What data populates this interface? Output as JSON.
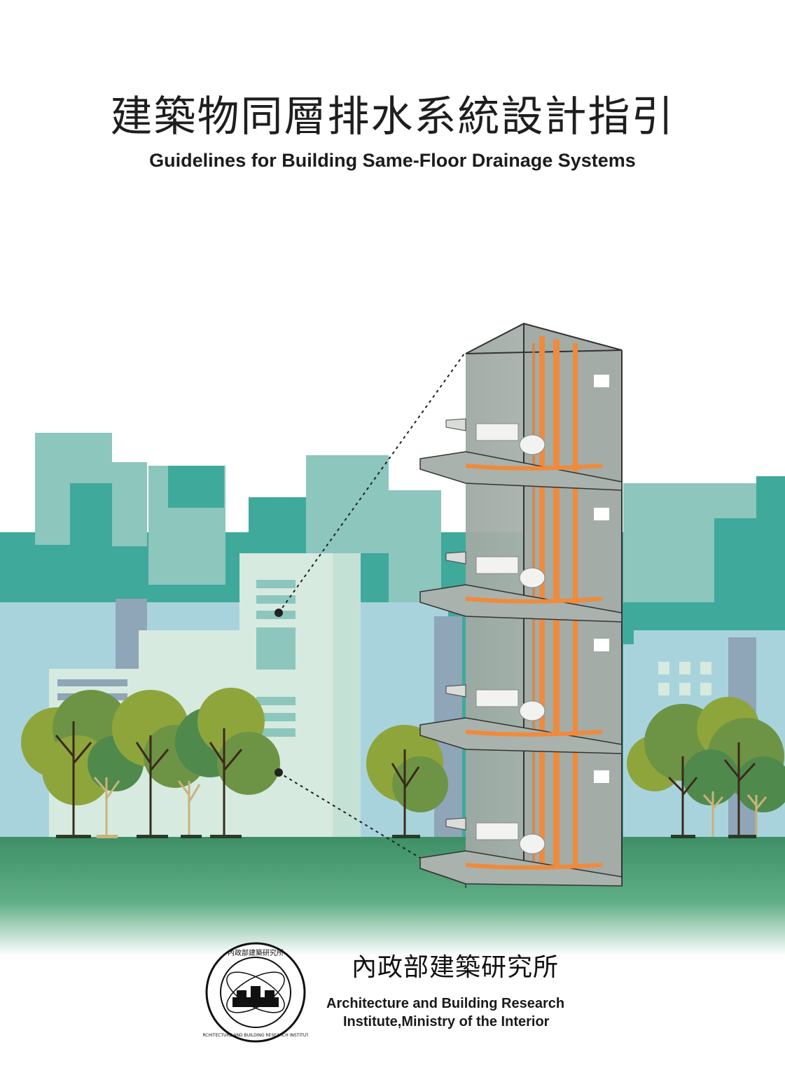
{
  "cover": {
    "title_zh": "建築物同層排水系統設計指引",
    "title_en": "Guidelines for Building Same-Floor Drainage Systems"
  },
  "publisher": {
    "name_zh": "內政部建築研究所",
    "name_en_line1": "Architecture and  Building Research",
    "name_en_line2": "Institute,Ministry of the Interior",
    "seal_text_zh": "內政部建築研究所",
    "seal_text_en": "ARCHITECTURE AND BUILDING RESEARCH INSTITUTE, MINISTRY OF THE INTERIOR"
  },
  "colors": {
    "teal_dark": "#3fa99b",
    "teal_light": "#8cc6bd",
    "pale_green": "#d6eadf",
    "light_blue": "#a9d3dc",
    "ground_green": "#3e8f66",
    "pipe_orange": "#f08a3c",
    "tree_olive": "#8ea53c",
    "tree_green": "#4f8a4c"
  }
}
